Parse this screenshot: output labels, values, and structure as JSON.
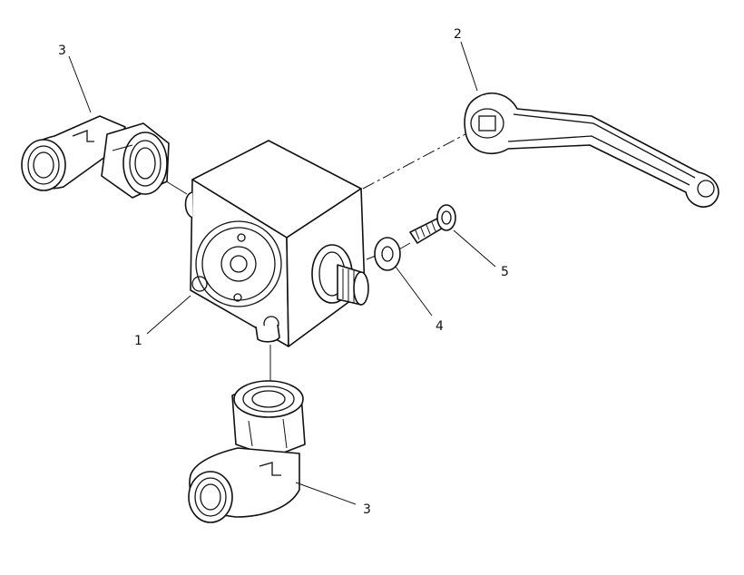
{
  "callouts": {
    "elbow_top": "3",
    "handle": "2",
    "body": "1",
    "washer": "4",
    "screw": "5",
    "elbow_bottom": "3"
  },
  "colors": {
    "line": "#111111",
    "background": "#ffffff"
  }
}
